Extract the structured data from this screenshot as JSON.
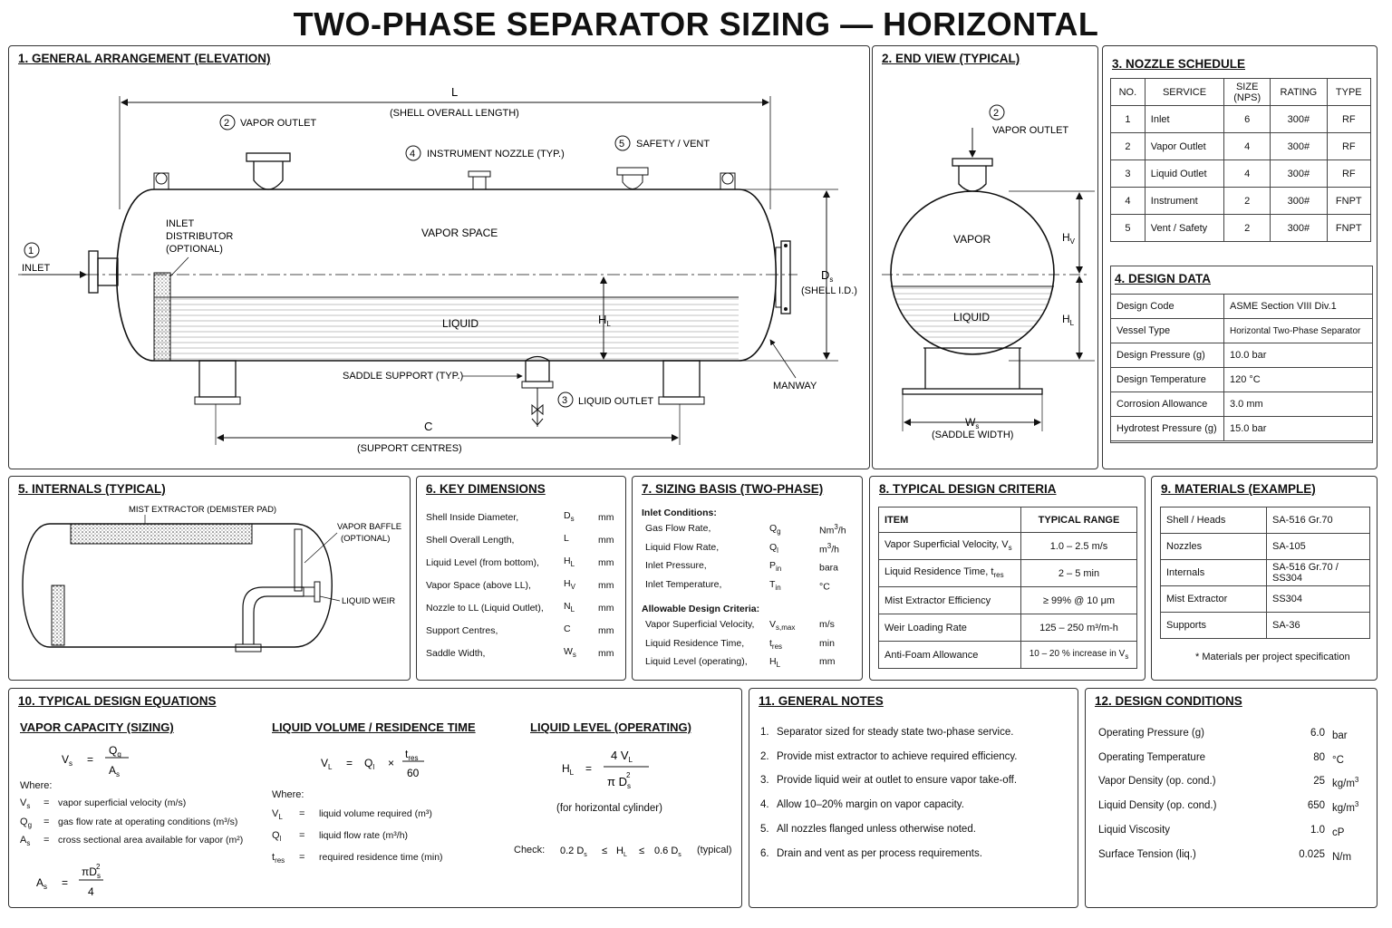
{
  "title": "TWO-PHASE SEPARATOR SIZING — HORIZONTAL",
  "p1": {
    "heading": "1.  GENERAL ARRANGEMENT (ELEVATION)",
    "L": "L",
    "L_desc": "(SHELL OVERALL LENGTH)",
    "vapor_outlet": "VAPOR OUTLET",
    "instrument": "INSTRUMENT NOZZLE (TYP.)",
    "safety_vent": "SAFETY / VENT",
    "inlet_dist_1": "INLET",
    "inlet_dist_2": "DISTRIBUTOR",
    "inlet_dist_3": "(OPTIONAL)",
    "inlet": "INLET",
    "vapor_space": "VAPOR SPACE",
    "liquid": "LIQUID",
    "HL": "H",
    "HL_sub": "L",
    "Ds": "D",
    "Ds_sub": "s",
    "shell_id": "(SHELL I.D.)",
    "saddle": "SADDLE SUPPORT (TYP.)",
    "liquid_outlet": "LIQUID OUTLET",
    "manway": "MANWAY",
    "C": "C",
    "C_desc": "(SUPPORT CENTRES)",
    "n1": "1",
    "n2": "2",
    "n3": "3",
    "n4": "4",
    "n5": "5"
  },
  "p2": {
    "heading": "2.  END VIEW (TYPICAL)",
    "n2": "2",
    "vapor_outlet": "VAPOR OUTLET",
    "vapor": "VAPOR",
    "liquid": "LIQUID",
    "HV": "H",
    "HV_sub": "V",
    "HL": "H",
    "HL_sub": "L",
    "Ws": "W",
    "Ws_sub": "s",
    "saddle_width": "(SADDLE WIDTH)"
  },
  "p3": {
    "heading": "3.  NOZZLE SCHEDULE",
    "headers": [
      "NO.",
      "SERVICE",
      "SIZE (NPS)",
      "RATING",
      "TYPE"
    ],
    "rows": [
      [
        "1",
        "Inlet",
        "6",
        "300#",
        "RF"
      ],
      [
        "2",
        "Vapor Outlet",
        "4",
        "300#",
        "RF"
      ],
      [
        "3",
        "Liquid Outlet",
        "4",
        "300#",
        "RF"
      ],
      [
        "4",
        "Instrument",
        "2",
        "300#",
        "FNPT"
      ],
      [
        "5",
        "Vent / Safety",
        "2",
        "300#",
        "FNPT"
      ]
    ]
  },
  "p4": {
    "heading": "4.  DESIGN DATA",
    "rows": [
      [
        "Design Code",
        "ASME Section VIII Div.1"
      ],
      [
        "Vessel Type",
        "Horizontal Two-Phase Separator"
      ],
      [
        "Design Pressure (g)",
        "10.0 bar"
      ],
      [
        "Design Temperature",
        "120 °C"
      ],
      [
        "Corrosion Allowance",
        "3.0 mm"
      ],
      [
        "Hydrotest Pressure (g)",
        "15.0 bar"
      ]
    ]
  },
  "p5": {
    "heading": "5.  INTERNALS (TYPICAL)",
    "mist": "MIST EXTRACTOR (DEMISTER PAD)",
    "baffle1": "VAPOR BAFFLE",
    "baffle2": "(OPTIONAL)",
    "weir": "LIQUID WEIR"
  },
  "p6": {
    "heading": "6.  KEY DIMENSIONS",
    "rows": [
      {
        "label": "Shell Inside Diameter,",
        "sym": "D",
        "sub": "s",
        "unit": "mm"
      },
      {
        "label": "Shell Overall Length,",
        "sym": "L",
        "sub": "",
        "unit": "mm"
      },
      {
        "label": "Liquid Level (from bottom),",
        "sym": "H",
        "sub": "L",
        "unit": "mm"
      },
      {
        "label": "Vapor Space (above LL),",
        "sym": "H",
        "sub": "V",
        "unit": "mm"
      },
      {
        "label": "Nozzle to LL (Liquid Outlet),",
        "sym": "N",
        "sub": "L",
        "unit": "mm"
      },
      {
        "label": "Support Centres,",
        "sym": "C",
        "sub": "",
        "unit": "mm"
      },
      {
        "label": "Saddle Width,",
        "sym": "W",
        "sub": "s",
        "unit": "mm"
      }
    ]
  },
  "p7": {
    "heading": "7.  SIZING BASIS (TWO-PHASE)",
    "inlet_title": "Inlet Conditions:",
    "inlet_rows": [
      {
        "label": "Gas Flow Rate,",
        "sym": "Q",
        "sub": "g",
        "unit": "Nm",
        "unit_sup": "3",
        "unit_tail": "/h"
      },
      {
        "label": "Liquid Flow Rate,",
        "sym": "Q",
        "sub": "l",
        "unit": "m",
        "unit_sup": "3",
        "unit_tail": "/h"
      },
      {
        "label": "Inlet Pressure,",
        "sym": "P",
        "sub": "in",
        "unit": "bara",
        "unit_sup": "",
        "unit_tail": ""
      },
      {
        "label": "Inlet Temperature,",
        "sym": "T",
        "sub": "in",
        "unit": "°C",
        "unit_sup": "",
        "unit_tail": ""
      }
    ],
    "allow_title": "Allowable Design Criteria:",
    "allow_rows": [
      {
        "label": "Vapor Superficial Velocity,",
        "sym": "V",
        "sub": "s,max",
        "unit": "m/s"
      },
      {
        "label": "Liquid Residence Time,",
        "sym": "t",
        "sub": "res",
        "unit": "min"
      },
      {
        "label": "Liquid Level (operating),",
        "sym": "H",
        "sub": "L",
        "unit": "mm"
      }
    ]
  },
  "p8": {
    "heading": "8.  TYPICAL DESIGN CRITERIA",
    "headers": [
      "ITEM",
      "TYPICAL RANGE"
    ],
    "rows": [
      [
        "Vapor Superficial Velocity, V",
        "s",
        "1.0 – 2.5 m/s"
      ],
      [
        "Liquid Residence Time, t",
        "res",
        "2 – 5 min"
      ],
      [
        "Mist Extractor Efficiency",
        "",
        "≥ 99% @ 10 μm"
      ],
      [
        "Weir Loading Rate",
        "",
        "125 – 250 m³/m-h"
      ],
      [
        "Anti-Foam Allowance",
        "",
        "10 – 20 % increase in V"
      ]
    ],
    "last_sub": "s"
  },
  "p9": {
    "heading": "9.  MATERIALS  (EXAMPLE)",
    "rows": [
      [
        "Shell / Heads",
        "SA-516 Gr.70"
      ],
      [
        "Nozzles",
        "SA-105"
      ],
      [
        "Internals",
        "SA-516 Gr.70 / SS304"
      ],
      [
        "Mist Extractor",
        "SS304"
      ],
      [
        "Supports",
        "SA-36"
      ]
    ],
    "footnote": "* Materials per project specification"
  },
  "p10": {
    "heading": "10.  TYPICAL DESIGN EQUATIONS",
    "vc_title": "VAPOR CAPACITY (SIZING)",
    "lv_title": "LIQUID VOLUME / RESIDENCE TIME",
    "ll_title": "LIQUID LEVEL (OPERATING)",
    "where": "Where:",
    "vc_defs": [
      {
        "sym": "V",
        "sub": "s",
        "text": "vapor superficial velocity (m/s)"
      },
      {
        "sym": "Q",
        "sub": "g",
        "text": "gas flow rate at operating conditions (m³/s)"
      },
      {
        "sym": "A",
        "sub": "s",
        "text": "cross sectional area available for vapor (m²)"
      }
    ],
    "lv_defs": [
      {
        "sym": "V",
        "sub": "L",
        "text": "liquid volume required (m³)"
      },
      {
        "sym": "Q",
        "sub": "l",
        "text": "liquid flow rate (m³/h)"
      },
      {
        "sym": "t",
        "sub": "res",
        "text": "required residence time (min)"
      }
    ],
    "horiz_note": "(for horizontal cylinder)",
    "check_label": "Check:",
    "check_typical": "(typical)"
  },
  "p11": {
    "heading": "11.  GENERAL NOTES",
    "notes": [
      "Separator sized for steady state two-phase service.",
      "Provide mist extractor to achieve required efficiency.",
      "Provide liquid weir at outlet to ensure vapor take-off.",
      "Allow 10–20% margin on vapor capacity.",
      "All nozzles flanged unless otherwise noted.",
      "Drain and vent as per process requirements."
    ]
  },
  "p12": {
    "heading": "12.  DESIGN CONDITIONS",
    "rows": [
      {
        "label": "Operating Pressure (g)",
        "value": "6.0",
        "unit": "bar",
        "sup": ""
      },
      {
        "label": "Operating Temperature",
        "value": "80",
        "unit": "°C",
        "sup": ""
      },
      {
        "label": "Vapor Density (op. cond.)",
        "value": "25",
        "unit": "kg/m",
        "sup": "3"
      },
      {
        "label": "Liquid Density (op. cond.)",
        "value": "650",
        "unit": "kg/m",
        "sup": "3"
      },
      {
        "label": "Liquid Viscosity",
        "value": "1.0",
        "unit": "cP",
        "sup": ""
      },
      {
        "label": "Surface Tension (liq.)",
        "value": "0.025",
        "unit": "N/m",
        "sup": ""
      }
    ]
  }
}
